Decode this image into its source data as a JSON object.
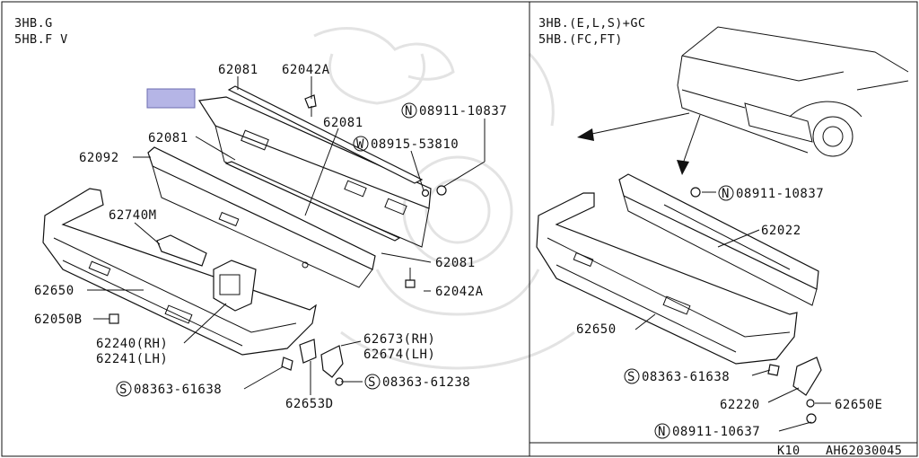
{
  "left_panel": {
    "header_line1": "3HB.G",
    "header_line2": "5HB.F V"
  },
  "right_panel": {
    "header_line1": "3HB.(E,L,S)+GC",
    "header_line2": "5HB.(FC,FT)"
  },
  "labels": {
    "p62081_top": "62081",
    "p62042A_top": "62042A",
    "p62081_mid": "62081",
    "p08911_10837_left": "08911-10837",
    "p08915_53810": "08915-53810",
    "p62081_left": "62081",
    "p62092": "62092",
    "p62740M": "62740M",
    "p62081_lower": "62081",
    "p62042A_lower": "62042A",
    "p62650_left": "62650",
    "p62050B": "62050B",
    "p62240": "62240(RH)",
    "p62241": "62241(LH)",
    "p62673": "62673(RH)",
    "p62674": "62674(LH)",
    "p08363_61638_left": "08363-61638",
    "p08363_61238": "08363-61238",
    "p62653D": "62653D",
    "p08911_10837_right": "08911-10837",
    "p62022": "62022",
    "p62650_right": "62650",
    "p08363_61638_right": "08363-61638",
    "p62220": "62220",
    "p62650E": "62650E",
    "p08911_10637": "08911-10637"
  },
  "symbols": {
    "N": "N",
    "W": "W",
    "S": "S"
  },
  "footer": {
    "section": "K10",
    "code": "AH62030045"
  },
  "colors": {
    "highlight": "#b5b5e6",
    "line": "#111111",
    "watermark": "#e3e3e3"
  }
}
